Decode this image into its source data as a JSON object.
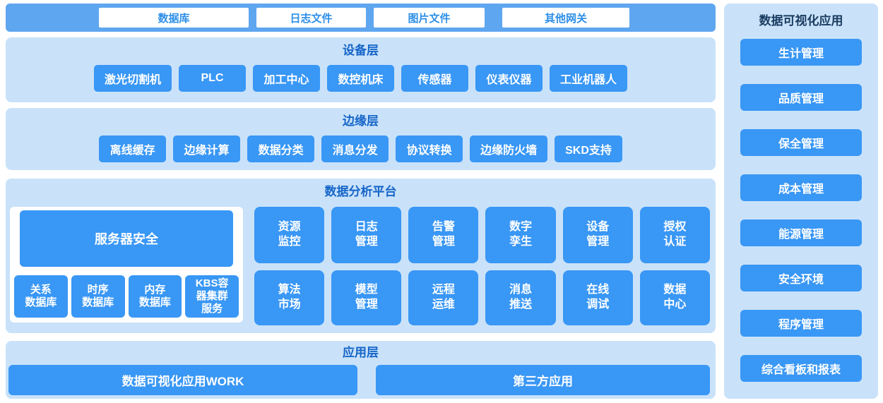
{
  "colors": {
    "accent_button": "#3997F5",
    "gateway_bar_bg": "#5FA6F0",
    "panel_bg": "#C9E2FA",
    "section_title_text": "#1565C8",
    "sidebar_title_text": "#1B3C61",
    "gateway_button_text": "#2D8FE8",
    "button_text": "#FFFFFF"
  },
  "gateway_bar": {
    "buttons": [
      "数据库",
      "日志文件",
      "图片文件",
      "其他网关"
    ]
  },
  "device_layer": {
    "title": "设备层",
    "buttons": [
      "激光切割机",
      "PLC",
      "加工中心",
      "数控机床",
      "传感器",
      "仪表仪器",
      "工业机器人"
    ]
  },
  "edge_layer": {
    "title": "边缘层",
    "buttons": [
      "离线缓存",
      "边缘计算",
      "数据分类",
      "消息分发",
      "协议转换",
      "边缘防火墙",
      "SKD支持"
    ]
  },
  "platform": {
    "title": "数据分析平台",
    "server_button": "服务器安全",
    "db_buttons": [
      "关系\n数据库",
      "时序\n数据库",
      "内存\n数据库",
      "KBS容\n器集群\n服务"
    ],
    "row1": [
      "资源\n监控",
      "日志\n管理",
      "告警\n管理",
      "数字\n孪生",
      "设备\n管理",
      "授权\n认证"
    ],
    "row2": [
      "算法\n市场",
      "模型\n管理",
      "远程\n运维",
      "消息\n推送",
      "在线\n调试",
      "数据\n中心"
    ]
  },
  "app_layer": {
    "title": "应用层",
    "buttons": [
      "数据可视化应用WORK",
      "第三方应用"
    ]
  },
  "sidebar": {
    "title": "数据可视化应用",
    "buttons": [
      "生计管理",
      "品质管理",
      "保全管理",
      "成本管理",
      "能源管理",
      "安全环境",
      "程序管理",
      "综合看板和报表"
    ]
  }
}
